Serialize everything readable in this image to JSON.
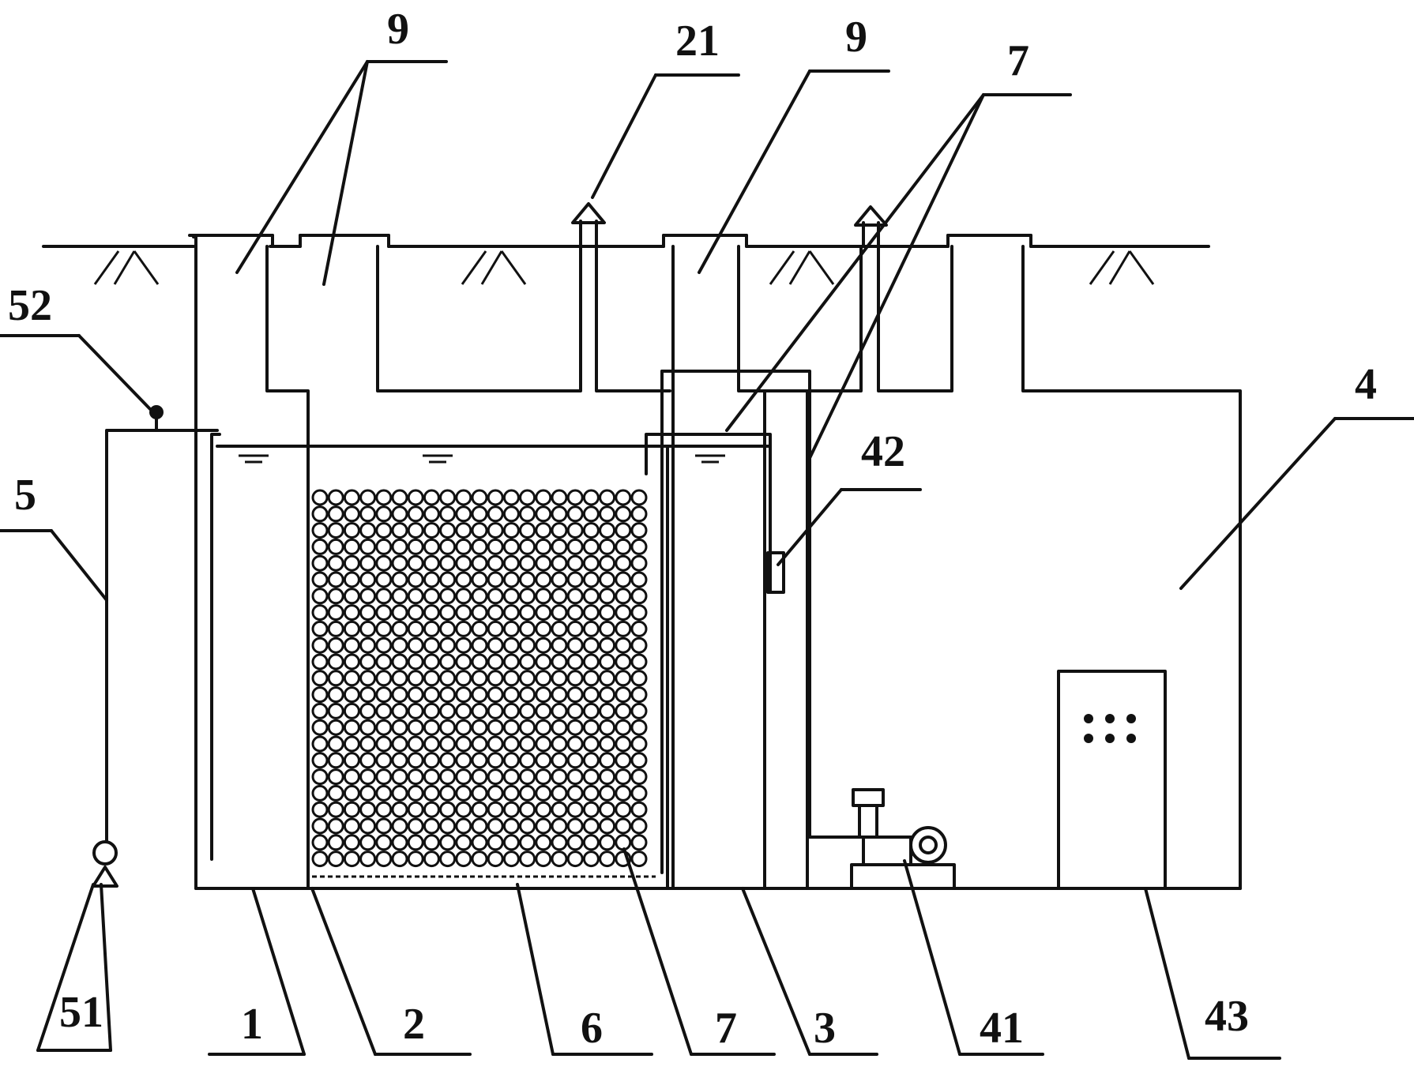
{
  "labels": {
    "l9a": "9",
    "l21": "21",
    "l9b": "9",
    "l7top": "7",
    "l52": "52",
    "l4": "4",
    "l42": "42",
    "l5": "5",
    "l51": "51",
    "l1": "1",
    "l2": "2",
    "l6": "6",
    "l7bot": "7",
    "l3": "3",
    "l41": "41",
    "l43": "43"
  },
  "colors": {
    "line": "#111111",
    "background": "#ffffff"
  }
}
